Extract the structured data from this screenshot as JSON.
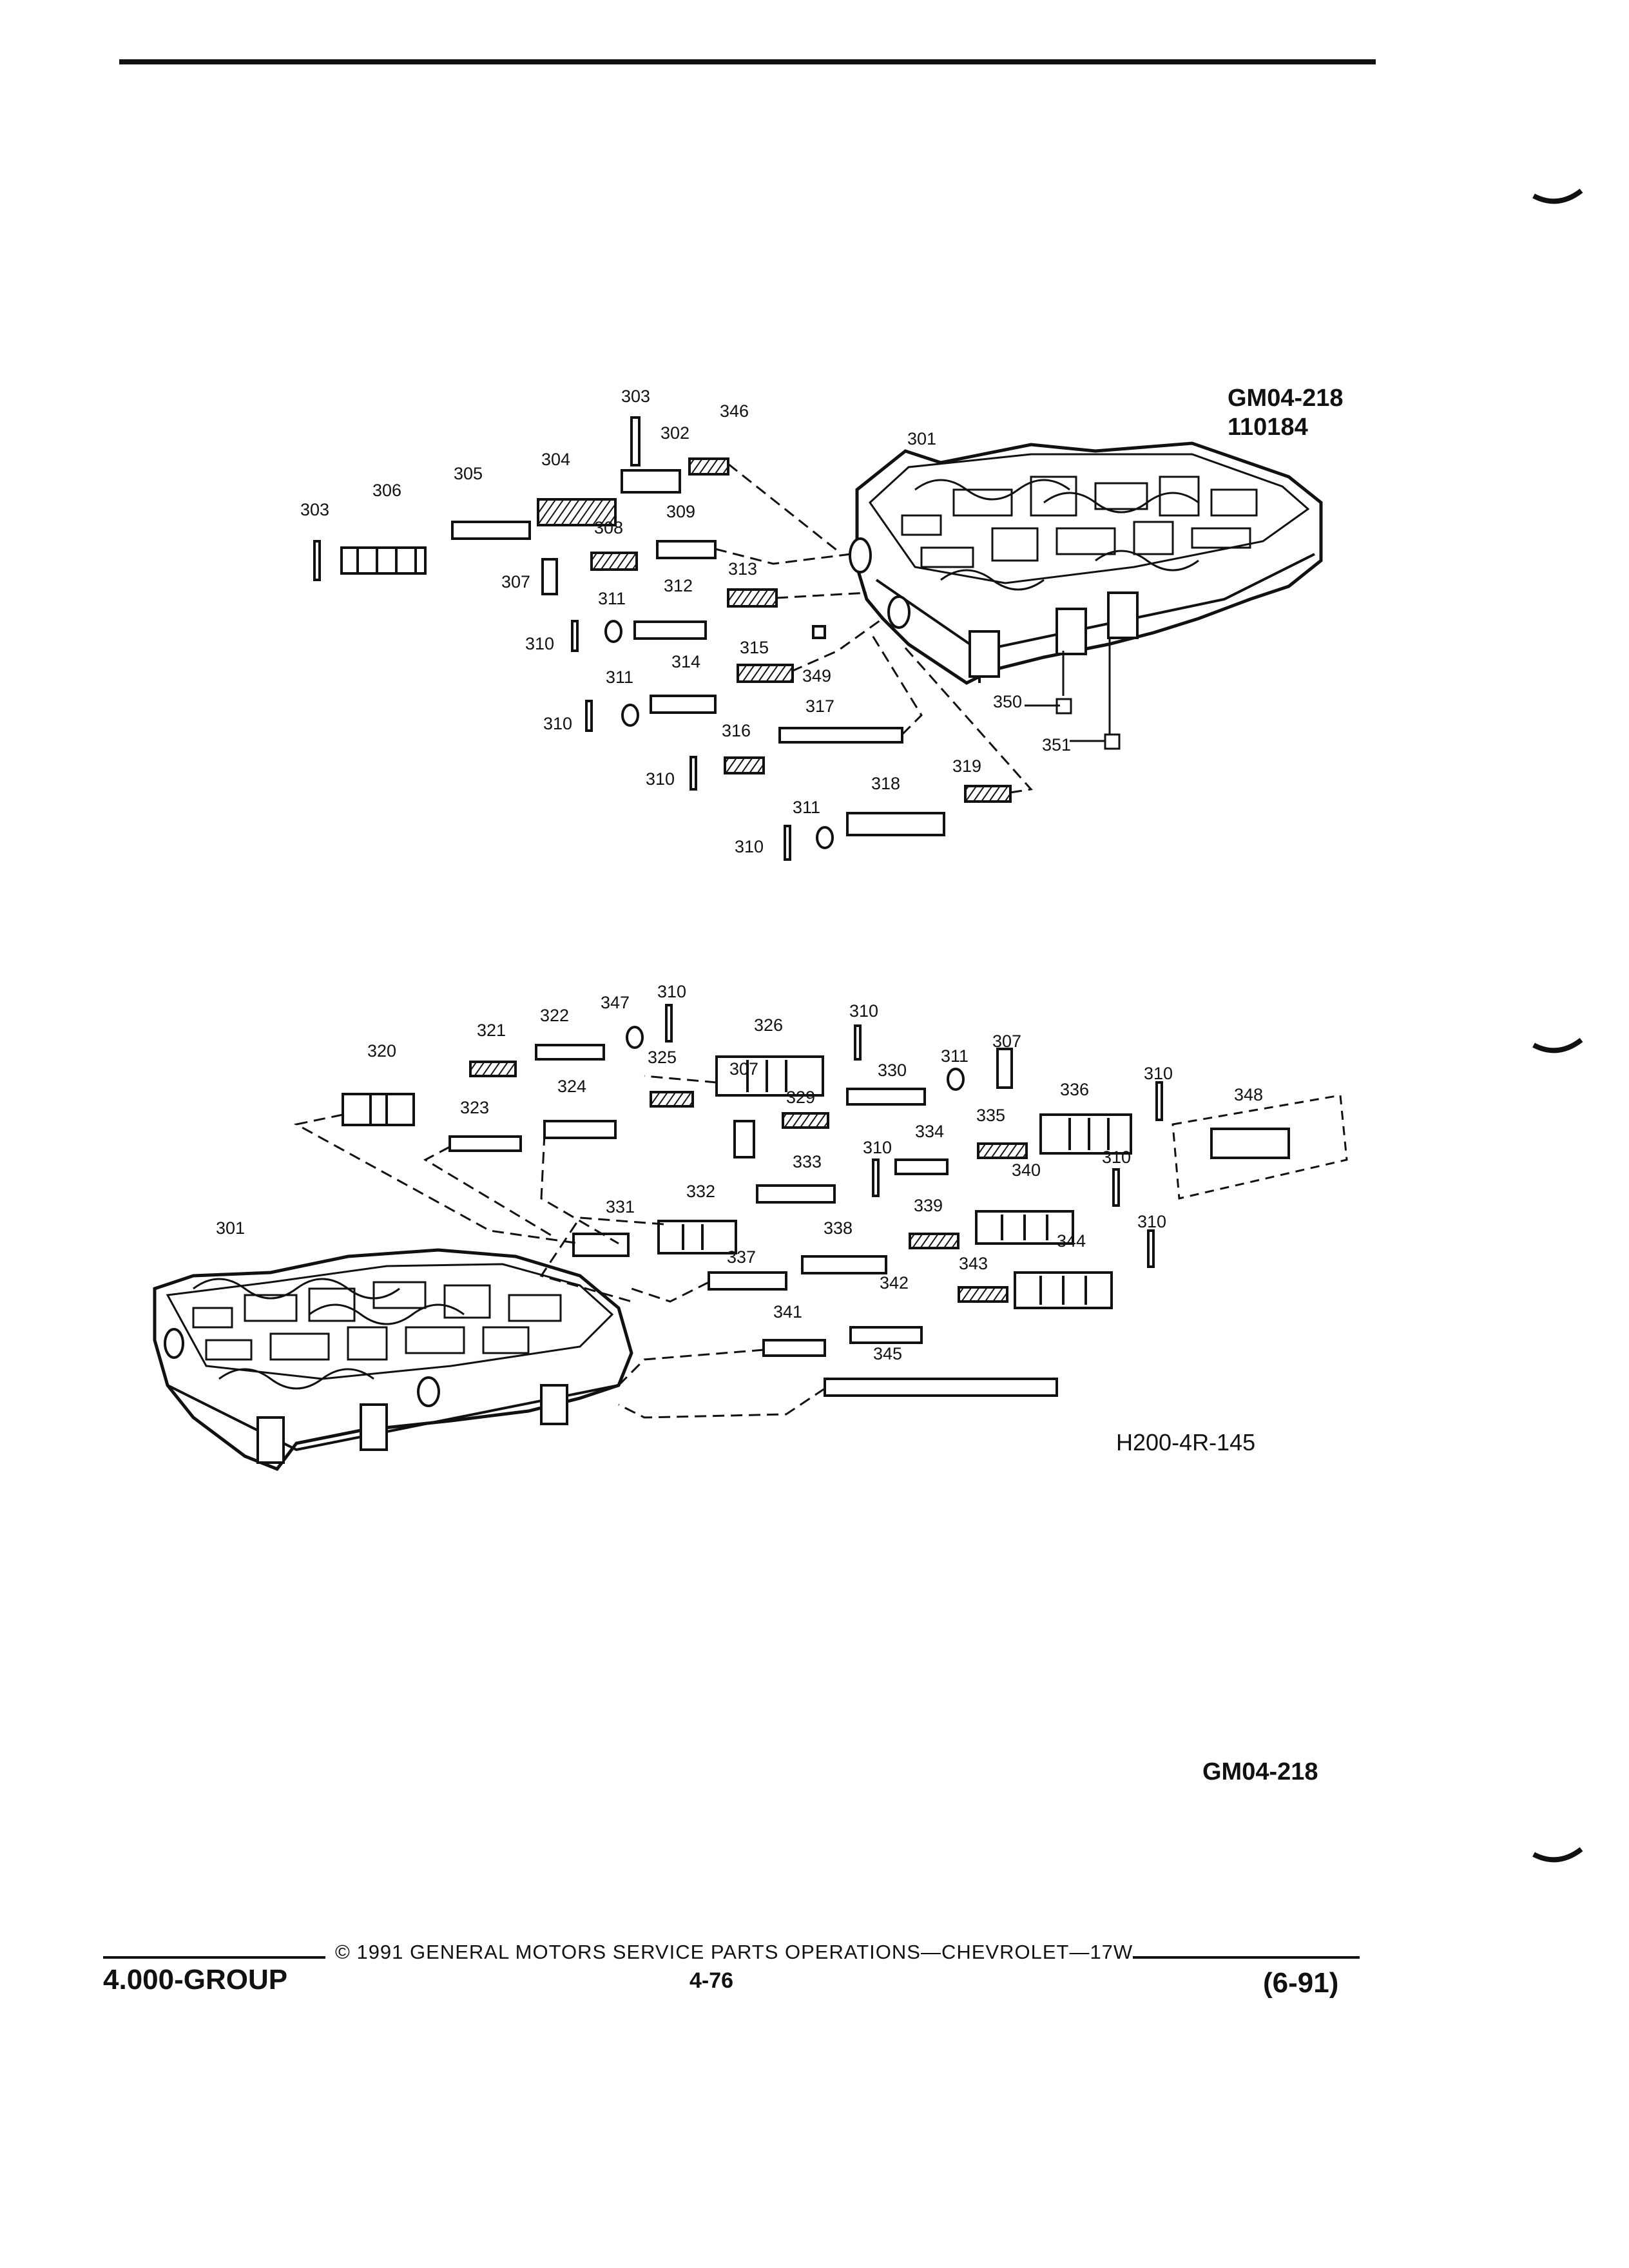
{
  "header": {
    "figure_code": "GM04-218",
    "figure_date": "110184"
  },
  "figure": {
    "caption_id": "H200-4R-145",
    "upper_assembly_labels": [
      "301",
      "302",
      "303",
      "303",
      "304",
      "305",
      "306",
      "307",
      "308",
      "309",
      "310",
      "310",
      "310",
      "310",
      "311",
      "311",
      "311",
      "312",
      "313",
      "314",
      "315",
      "316",
      "317",
      "318",
      "319",
      "346",
      "349",
      "350",
      "351"
    ],
    "lower_assembly_labels": [
      "301",
      "307",
      "307",
      "310",
      "310",
      "310",
      "310",
      "310",
      "310",
      "311",
      "320",
      "321",
      "322",
      "323",
      "324",
      "325",
      "326",
      "329",
      "330",
      "331",
      "332",
      "333",
      "334",
      "335",
      "336",
      "337",
      "338",
      "339",
      "340",
      "341",
      "342",
      "343",
      "344",
      "345",
      "347",
      "348"
    ]
  },
  "bottom_code": "GM04-218",
  "footer": {
    "group": "4.000-GROUP",
    "copyright": "© 1991 GENERAL MOTORS SERVICE PARTS OPERATIONS—CHEVROLET—17W",
    "page_number": "4-76",
    "date": "(6-91)"
  }
}
